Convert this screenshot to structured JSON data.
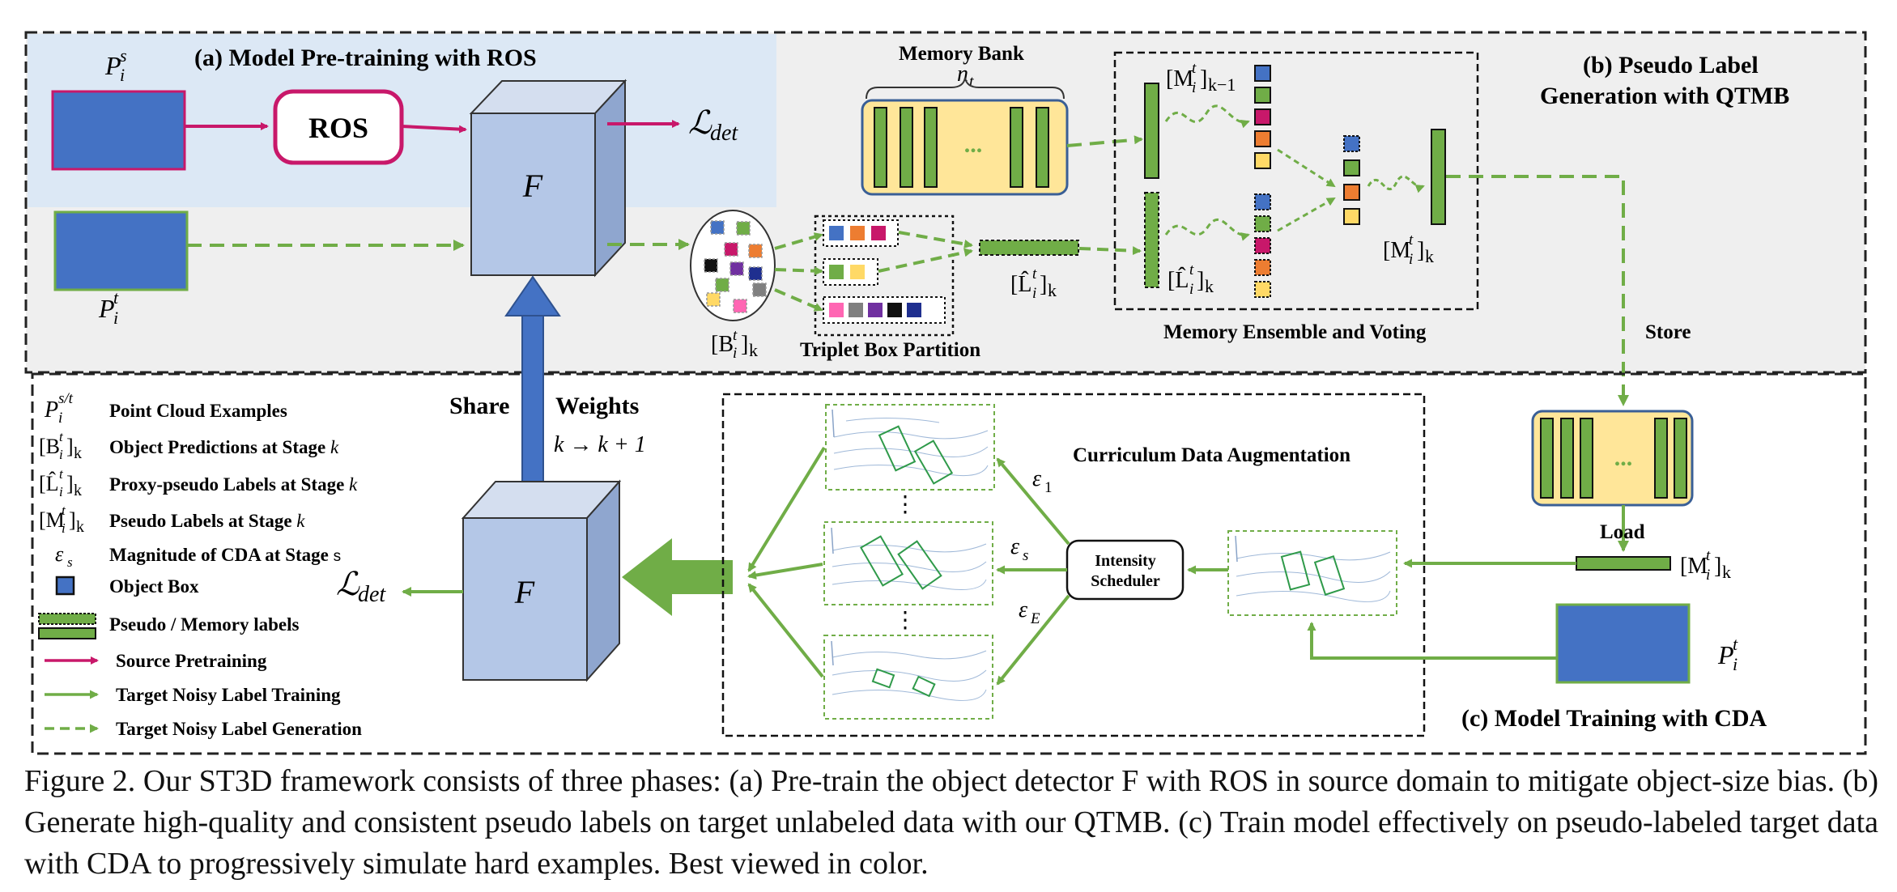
{
  "panel_a": {
    "title": "(a) Model Pre-training with ROS",
    "ros_label": "ROS",
    "source_label": "P",
    "source_sub": "i",
    "source_sup": "s",
    "target_label": "P",
    "target_sub": "i",
    "target_sup": "t",
    "detector_label": "F",
    "loss_label": "ℒ",
    "loss_sub": "det"
  },
  "panel_b": {
    "title_line1": "(b) Pseudo Label",
    "title_line2": "Generation with QTMB",
    "memory_bank_title": "Memory Bank",
    "memory_bank_n": "n",
    "memory_bank_n_sub": "t",
    "ellipsis": "...",
    "predictions_label": "[B",
    "predictions_sub": "i",
    "predictions_sup": "t",
    "predictions_close": "]",
    "predictions_k": "k",
    "triplet_label": "Triplet Box Partition",
    "proxy_label": "[L̂",
    "proxy_sub": "i",
    "proxy_sup": "t",
    "proxy_close": "]",
    "proxy_k": "k",
    "memory_prev_label": "[M",
    "memory_prev_sub": "i",
    "memory_prev_sup": "t",
    "memory_prev_close": "]",
    "memory_prev_k": "k−1",
    "memory_out_label": "[M",
    "memory_out_sub": "i",
    "memory_out_sup": "t",
    "memory_out_close": "]",
    "memory_out_k": "k",
    "ensemble_label": "Memory Ensemble and Voting",
    "store_label": "Store"
  },
  "panel_c": {
    "title": "(c) Model Training with CDA",
    "share_label": "Share",
    "weights_label": "Weights",
    "stage_update": "k  → k + 1",
    "detector_label": "F",
    "loss_label": "ℒ",
    "loss_sub": "det",
    "cda_title": "Curriculum Data Augmentation",
    "scheduler_line1": "Intensity",
    "scheduler_line2": "Scheduler",
    "eps1": "ε",
    "eps1_sub": "1",
    "eps_s": "ε",
    "eps_s_sub": "s",
    "eps_e": "ε",
    "eps_e_sub": "E",
    "vdots": "⋮",
    "load_label": "Load",
    "memory_label": "[M",
    "memory_sub": "i",
    "memory_sup": "t",
    "memory_close": "]",
    "memory_k": "k",
    "target_label": "P",
    "target_sub": "i",
    "target_sup": "t",
    "ellipsis": "..."
  },
  "legend": {
    "items": [
      {
        "symbol": "P",
        "symbol_sub": "i",
        "symbol_sup": "s/t",
        "text": "Point Cloud Examples",
        "stage": ""
      },
      {
        "symbol": "[B",
        "symbol_sub": "i",
        "symbol_sup": "t",
        "symbol_close": "]",
        "symbol_k": "k",
        "text": "Object Predictions at Stage ",
        "stage": "k"
      },
      {
        "symbol": "[L̂",
        "symbol_sub": "i",
        "symbol_sup": "t",
        "symbol_close": "]",
        "symbol_k": "k",
        "text": "Proxy-pseudo Labels at Stage ",
        "stage": "k"
      },
      {
        "symbol": "[M",
        "symbol_sub": "i",
        "symbol_sup": "t",
        "symbol_close": "]",
        "symbol_k": "k",
        "text": "Pseudo Labels at Stage ",
        "stage": "k"
      },
      {
        "symbol": "ε",
        "symbol_sub": "s",
        "text": "Magnitude of CDA at Stage ",
        "stage": "s"
      },
      {
        "text": "Object Box"
      },
      {
        "text": "Pseudo / Memory labels"
      },
      {
        "text": "Source Pretraining"
      },
      {
        "text": "Target Noisy Label Training"
      },
      {
        "text": "Target Noisy Label Generation"
      }
    ]
  },
  "caption": "Figure 2. Our ST3D framework consists of three phases: (a) Pre-train the object detector F with ROS in source domain to mitigate object-size bias. (b) Generate high-quality and consistent pseudo labels on target unlabeled data with our QTMB. (c) Train model effectively on pseudo-labeled target data with CDA to progressively simulate hard examples. Best viewed in color.",
  "colors": {
    "source_magenta": "#c8186a",
    "green": "#70ad47",
    "green_dark": "#3a7d1f",
    "blue_box": "#4472c4",
    "light_blue_bg": "#dce8f5",
    "grey_bg": "#efefef",
    "yellow": "#ffe699",
    "cube_front": "#b4c7e7",
    "cube_top": "#d4deef",
    "cube_side": "#8fa6cf",
    "orange": "#ed7d31",
    "pink": "#e3348a",
    "purple": "#7030a0",
    "grey": "#808080",
    "black": "#111111",
    "navy": "#1f2f8f",
    "light_pink": "#ff66b3",
    "gold": "#ffd966"
  }
}
